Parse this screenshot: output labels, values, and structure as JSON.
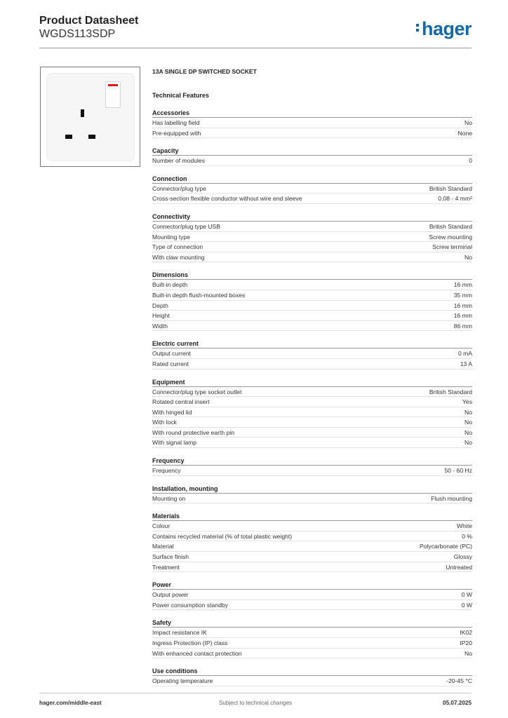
{
  "header": {
    "title": "Product Datasheet",
    "product_code": "WGDS113SDP",
    "logo_text": "hager",
    "brand_color": "#1268a8"
  },
  "product_name": "13A SINGLE DP SWITCHED SOCKET",
  "features_title": "Technical Features",
  "sections": [
    {
      "title": "Accessories",
      "rows": [
        {
          "label": "Has labelling field",
          "value": "No"
        },
        {
          "label": "Pre-equipped with",
          "value": "None"
        }
      ]
    },
    {
      "title": "Capacity",
      "rows": [
        {
          "label": "Number of modules",
          "value": "0"
        }
      ]
    },
    {
      "title": "Connection",
      "rows": [
        {
          "label": "Connector/plug type",
          "value": "British Standard"
        },
        {
          "label": "Cross-section flexible conductor without wire end sleeve",
          "value": "0.08 - 4 mm²"
        }
      ]
    },
    {
      "title": "Connectivity",
      "rows": [
        {
          "label": "Connector/plug type USB",
          "value": "British Standard"
        },
        {
          "label": "Mounting type",
          "value": "Screw mounting"
        },
        {
          "label": "Type of connection",
          "value": "Screw terminal"
        },
        {
          "label": "With claw mounting",
          "value": "No"
        }
      ]
    },
    {
      "title": "Dimensions",
      "rows": [
        {
          "label": "Built-in depth",
          "value": "16 mm"
        },
        {
          "label": "Built-in depth flush-mounted boxes",
          "value": "35 mm"
        },
        {
          "label": "Depth",
          "value": "16 mm"
        },
        {
          "label": "Height",
          "value": "16 mm"
        },
        {
          "label": "Width",
          "value": "86 mm"
        }
      ]
    },
    {
      "title": "Electric current",
      "rows": [
        {
          "label": "Output current",
          "value": "0 mA"
        },
        {
          "label": "Rated current",
          "value": "13 A"
        }
      ]
    },
    {
      "title": "Equipment",
      "rows": [
        {
          "label": "Connector/plug type socket outlet",
          "value": "British Standard"
        },
        {
          "label": "Rotated central insert",
          "value": "Yes"
        },
        {
          "label": "With hinged lid",
          "value": "No"
        },
        {
          "label": "With lock",
          "value": "No"
        },
        {
          "label": "With round protective earth pin",
          "value": "No"
        },
        {
          "label": "With signal lamp",
          "value": "No"
        }
      ]
    },
    {
      "title": "Frequency",
      "rows": [
        {
          "label": "Frequency",
          "value": "50 - 60 Hz"
        }
      ]
    },
    {
      "title": "Installation, mounting",
      "rows": [
        {
          "label": "Mounting on",
          "value": "Flush mounting"
        }
      ]
    },
    {
      "title": "Materials",
      "rows": [
        {
          "label": "Colour",
          "value": "White"
        },
        {
          "label": "Contains recycled material (% of total plastic weight)",
          "value": "0 %"
        },
        {
          "label": "Material",
          "value": "Polycarbonate (PC)"
        },
        {
          "label": "Surface finish",
          "value": "Glossy"
        },
        {
          "label": "Treatment",
          "value": "Untreated"
        }
      ]
    },
    {
      "title": "Power",
      "rows": [
        {
          "label": "Output power",
          "value": "0 W"
        },
        {
          "label": "Power consumption standby",
          "value": "0 W"
        }
      ]
    },
    {
      "title": "Safety",
      "rows": [
        {
          "label": "Impact resistance IK",
          "value": "IK02"
        },
        {
          "label": "Ingress Protection (IP) class",
          "value": "IP20"
        },
        {
          "label": "With enhanced contact protection",
          "value": "No"
        }
      ]
    },
    {
      "title": "Use conditions",
      "rows": [
        {
          "label": "Operating temperature",
          "value": "-20-45 °C"
        }
      ]
    }
  ],
  "footer": {
    "website": "hager.com/middle-east",
    "notice": "Subject to technical changes",
    "date": "05.07.2025"
  }
}
